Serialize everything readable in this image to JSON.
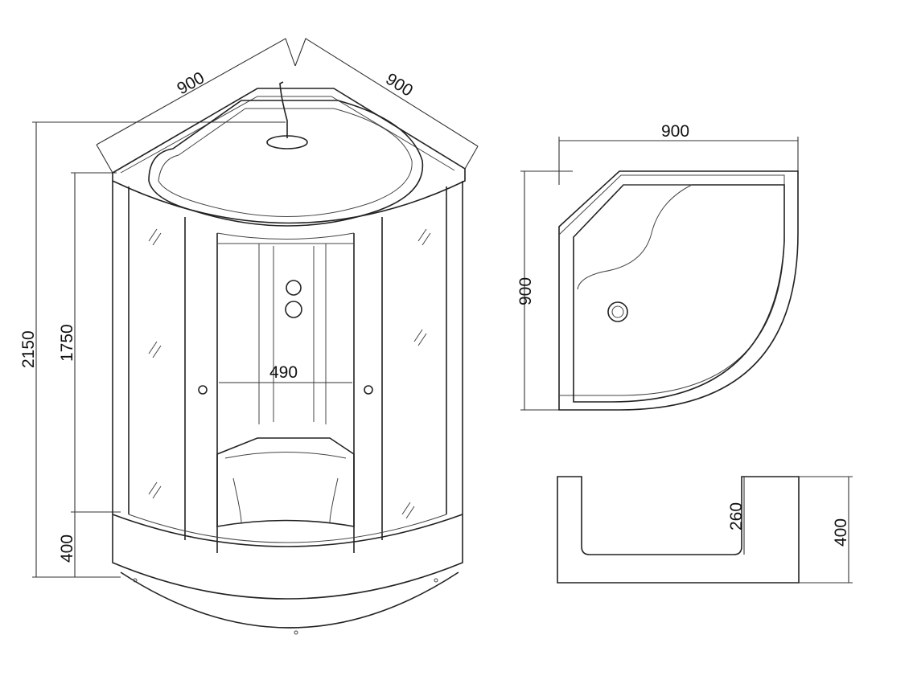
{
  "front_view": {
    "width_left": "900",
    "width_right": "900",
    "total_height": "2150",
    "cabin_height": "1750",
    "tray_height": "400",
    "door_opening": "490"
  },
  "top_view": {
    "width": "900",
    "depth": "900"
  },
  "side_view": {
    "inner_depth": "260",
    "tray_height": "400"
  },
  "colors": {
    "line": "#222222",
    "background": "#ffffff"
  }
}
